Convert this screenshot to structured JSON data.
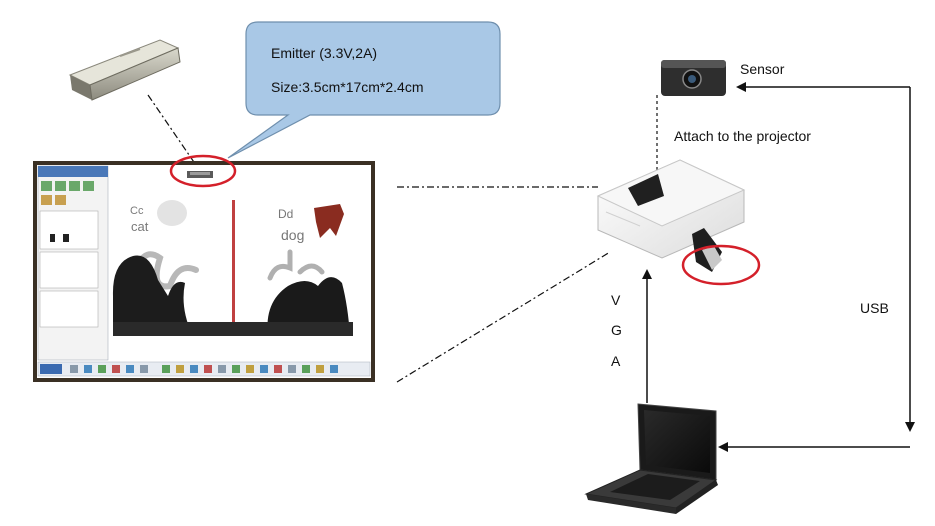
{
  "callout": {
    "line1": "Emitter (3.3V,2A)",
    "line2": "Size:3.5cm*17cm*2.4cm"
  },
  "sensor": {
    "label": "Sensor"
  },
  "projector": {
    "attach_label": "Attach to the projector"
  },
  "vga": {
    "letters": [
      "V",
      "G",
      "A"
    ]
  },
  "usb": {
    "label": "USB"
  },
  "colors": {
    "callout_fill": "#a9c8e6",
    "callout_stroke": "#6f8fad",
    "highlight_ring": "#d4202a",
    "board_frame": "#3a3024"
  },
  "icons": [
    "emitter-device-icon",
    "sensor-camera-icon",
    "projector-icon",
    "laptop-icon",
    "whiteboard-image"
  ]
}
